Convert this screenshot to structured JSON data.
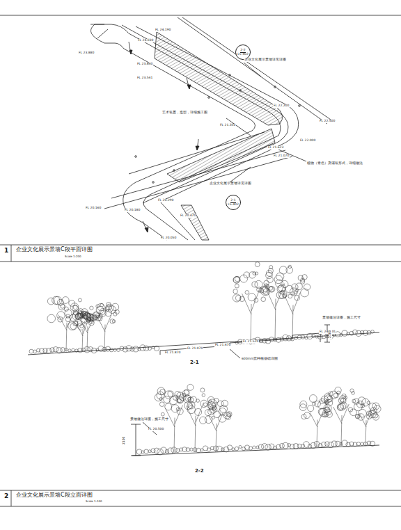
{
  "diagram": {
    "nodes": [
      {
        "text": [
          "2-2",
          "LS-402"
        ]
      },
      {
        "text": [
          "2-1",
          "LS-402"
        ]
      }
    ],
    "labels": [
      "FL 23.880",
      "FL 24.190",
      "FL 24.030",
      "FL 23.840",
      "FL 23.541",
      "企业文化展示景墙详见详图",
      "FL 22.500",
      "FL 22.200",
      "艺术装置，造型，详细施工图",
      "FL 21.350",
      "FL 21.623",
      "FL 22.000",
      "植物（青色）及铺装形式，详细做法",
      "FL 21.070",
      "企业文化展示景墙详见详图",
      "FL 20.160",
      "FL 20.180",
      "FL 20.290",
      "FL 20.470",
      "FL 20.050",
      "1",
      "企业文化展示景墙C段平面详图",
      "Scale 1:200",
      "景墙做法详图，施工尺寸",
      "FL 24.500",
      "2100",
      "FL 21.870",
      "FL 21.070",
      "FL 21.470",
      "FL 21.520",
      "600mm宽种植基础详图",
      "2-1",
      "景墙做法详图，施工尺寸",
      "FL 20.500",
      "2100",
      "2-2",
      "2",
      "企业文化展示景墙C段立面详图",
      "Scale 1:100"
    ]
  }
}
